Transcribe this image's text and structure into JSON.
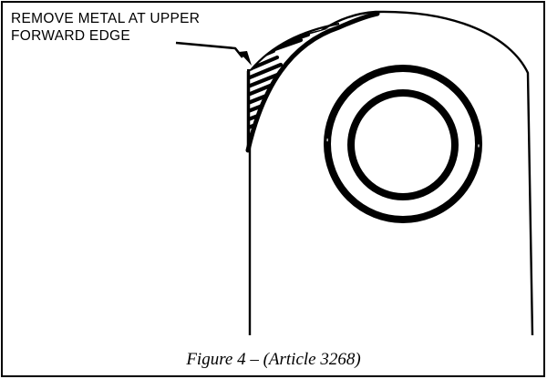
{
  "callout": {
    "line1": "REMOVE METAL AT UPPER",
    "line2": "FORWARD EDGE"
  },
  "caption": "Figure 4 – (Article 3268)",
  "icons": {
    "arrow": "arrow-icon",
    "hatched_area": "hatched-area",
    "bushing": "bushing-ring"
  },
  "colors": {
    "ink": "#000000",
    "paper": "#ffffff"
  }
}
